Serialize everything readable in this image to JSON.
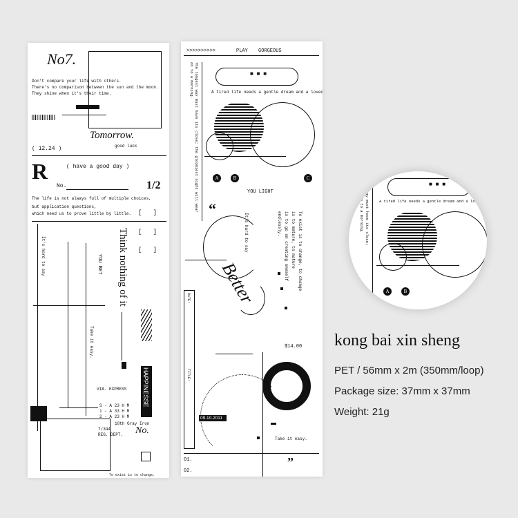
{
  "product": {
    "title": "kong bai xin sheng",
    "spec_material": "PET / 56mm x 2m (350mm/loop)",
    "spec_package": "Package size: 37mm x 37mm",
    "spec_weight": "Weight: 21g"
  },
  "left_strip": {
    "number": "No7.",
    "quote_1": "Don't compare your life with others.",
    "quote_2": "There's no comparison between the sun and the moon.",
    "quote_3": "They shine when it's their time.",
    "tomorrow": "Tomorrow.",
    "good_luck": "good luck",
    "date": "( 12.24 )",
    "big_r": "R",
    "have_good_day": "( have a good day )",
    "no_label": "No.",
    "half": "1/2",
    "choice_1": "The life is not always full of multiple choices,",
    "choice_2": "but application questions,",
    "choice_3": "which need us to prove little by little.",
    "think": "Think nothing of it",
    "hard_to_say": "It's hard to say",
    "you_bet": "YOU BET",
    "take_easy": "Take it easy.",
    "happinesse": "HAPPINESSE",
    "express": "VIA. EXPRESS",
    "codes": "S - A 23 H M",
    "codes_2": "1 - A 33 H M",
    "codes_3": "2 - A 23 H M",
    "gray_iron": "18th Gray Iron",
    "dept": "REG. DEPT.",
    "dept_no": "7/344",
    "script_no": "No.",
    "exist": "To exist is to change,"
  },
  "right_strip": {
    "play": "PLAY",
    "gorgeous": "GORGEOUS",
    "longest_way": "The longest way must have its close; the gloomiest night will wear on to a morning.",
    "gentle_dream": "A tired life needs a gentle dream and a loved one.",
    "badge_a": "A",
    "badge_b": "B",
    "badge_c": "C",
    "you_light": "YOU LIGHT",
    "hard_to_say": "It's hard to say",
    "exist_1": "To exist is to change, to change",
    "exist_2": "is to mature, to mature",
    "exist_3": "is to go on creating oneself",
    "exist_4": "endlessly.",
    "quote_open": "“",
    "better": "Better",
    "date_label": "DATE:",
    "title_label": "TITLE:",
    "price": "$14.00",
    "date_badge": "09.10.2011",
    "take_easy": "Take it easy.",
    "row_no": "01.",
    "row_no_2": "02.",
    "quote_close": "”"
  },
  "zoom": {
    "gentle_dream": "A tired life needs a gentle dream and a loved one.",
    "longest_way": "wear on to a morning.",
    "longest_way_2": "way must have its close;",
    "badge_a": "A",
    "badge_b": "B"
  }
}
